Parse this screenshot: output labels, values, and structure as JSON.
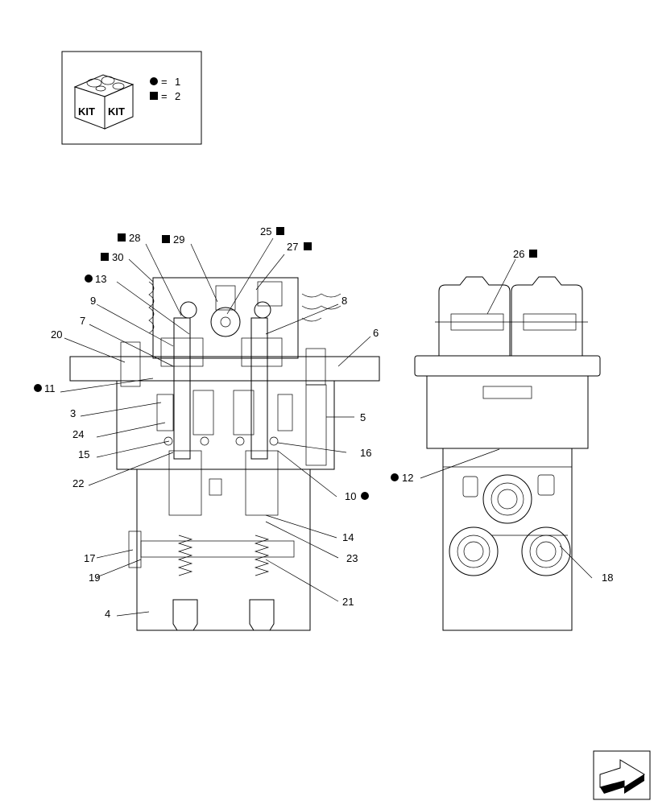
{
  "legend": {
    "kit_label_1": "KIT",
    "kit_label_2": "KIT",
    "circle_value": "1",
    "square_value": "2",
    "equals": "="
  },
  "callouts": [
    {
      "id": "c28",
      "text": "28",
      "marker": "square"
    },
    {
      "id": "c29",
      "text": "29",
      "marker": "square"
    },
    {
      "id": "c25",
      "text": "25",
      "marker": "square-after"
    },
    {
      "id": "c27",
      "text": "27",
      "marker": "square-after"
    },
    {
      "id": "c30",
      "text": "30",
      "marker": "square"
    },
    {
      "id": "c13",
      "text": "13",
      "marker": "circle"
    },
    {
      "id": "c9",
      "text": "9",
      "marker": ""
    },
    {
      "id": "c8",
      "text": "8",
      "marker": ""
    },
    {
      "id": "c7",
      "text": "7",
      "marker": ""
    },
    {
      "id": "c20",
      "text": "20",
      "marker": ""
    },
    {
      "id": "c6",
      "text": "6",
      "marker": ""
    },
    {
      "id": "c11",
      "text": "11",
      "marker": "circle"
    },
    {
      "id": "c3",
      "text": "3",
      "marker": ""
    },
    {
      "id": "c5",
      "text": "5",
      "marker": ""
    },
    {
      "id": "c24",
      "text": "24",
      "marker": ""
    },
    {
      "id": "c15",
      "text": "15",
      "marker": ""
    },
    {
      "id": "c16",
      "text": "16",
      "marker": ""
    },
    {
      "id": "c22",
      "text": "22",
      "marker": ""
    },
    {
      "id": "c10",
      "text": "10",
      "marker": "circle-after"
    },
    {
      "id": "c14",
      "text": "14",
      "marker": ""
    },
    {
      "id": "c17",
      "text": "17",
      "marker": ""
    },
    {
      "id": "c23",
      "text": "23",
      "marker": ""
    },
    {
      "id": "c19",
      "text": "19",
      "marker": ""
    },
    {
      "id": "c21",
      "text": "21",
      "marker": ""
    },
    {
      "id": "c4",
      "text": "4",
      "marker": ""
    },
    {
      "id": "c26",
      "text": "26",
      "marker": "square-after"
    },
    {
      "id": "c12",
      "text": "12",
      "marker": "circle"
    },
    {
      "id": "c18",
      "text": "18",
      "marker": ""
    }
  ]
}
